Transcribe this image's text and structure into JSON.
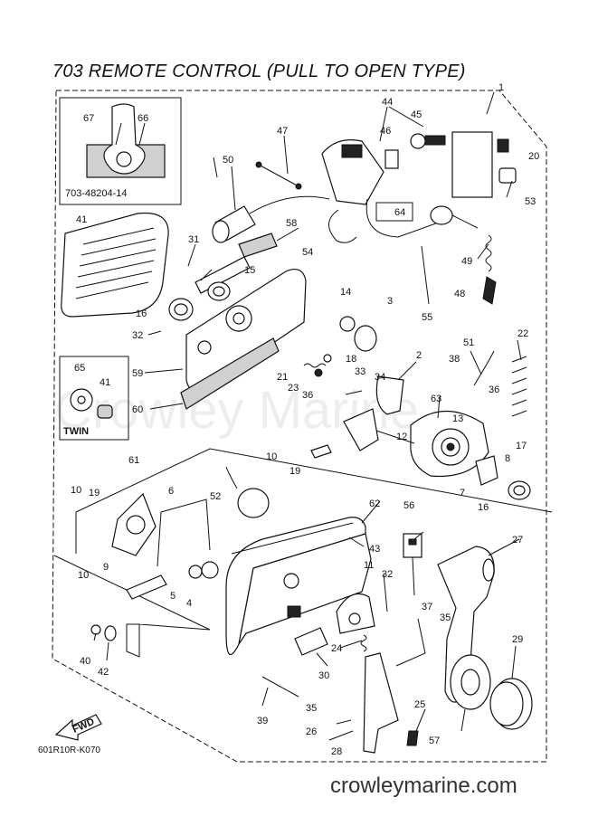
{
  "title": "703 REMOTE CONTROL (PULL TO OPEN TYPE)",
  "inset_top": {
    "code": "703-48204-14"
  },
  "inset_twin": {
    "label": "TWIN"
  },
  "direction_label": "FWD",
  "drawing_code": "601R10R-K070",
  "website": "crowleymarine.com",
  "watermark": "Crowley Marine",
  "callouts": [
    "1",
    "2",
    "3",
    "4",
    "5",
    "6",
    "7",
    "8",
    "9",
    "10",
    "10",
    "10",
    "11",
    "12",
    "13",
    "14",
    "15",
    "16",
    "16",
    "17",
    "18",
    "19",
    "19",
    "20",
    "21",
    "22",
    "23",
    "24",
    "25",
    "26",
    "27",
    "28",
    "29",
    "30",
    "31",
    "32",
    "32",
    "33",
    "34",
    "35",
    "35",
    "36",
    "36",
    "37",
    "38",
    "39",
    "40",
    "41",
    "41",
    "42",
    "43",
    "44",
    "45",
    "46",
    "47",
    "48",
    "49",
    "50",
    "51",
    "52",
    "53",
    "54",
    "55",
    "56",
    "57",
    "58",
    "59",
    "60",
    "61",
    "62",
    "63",
    "64",
    "65",
    "66",
    "67"
  ]
}
